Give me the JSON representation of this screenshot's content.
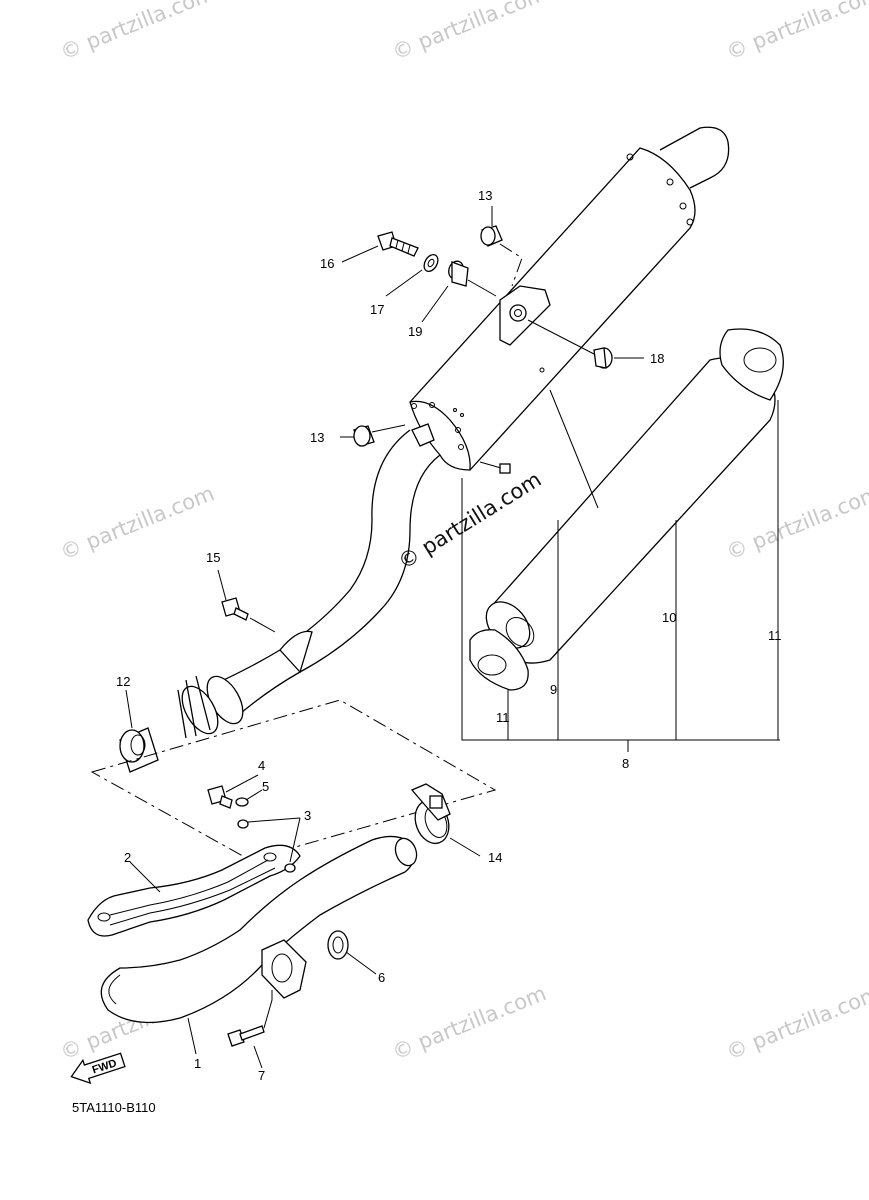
{
  "watermark": "© partzilla.com",
  "diagram_code": "5TA1110-B110",
  "fwd_label": "FWD",
  "callouts": [
    "1",
    "2",
    "3",
    "4",
    "5",
    "6",
    "7",
    "8",
    "9",
    "10",
    "11",
    "11",
    "12",
    "13",
    "13",
    "14",
    "15",
    "16",
    "17",
    "18",
    "19"
  ]
}
